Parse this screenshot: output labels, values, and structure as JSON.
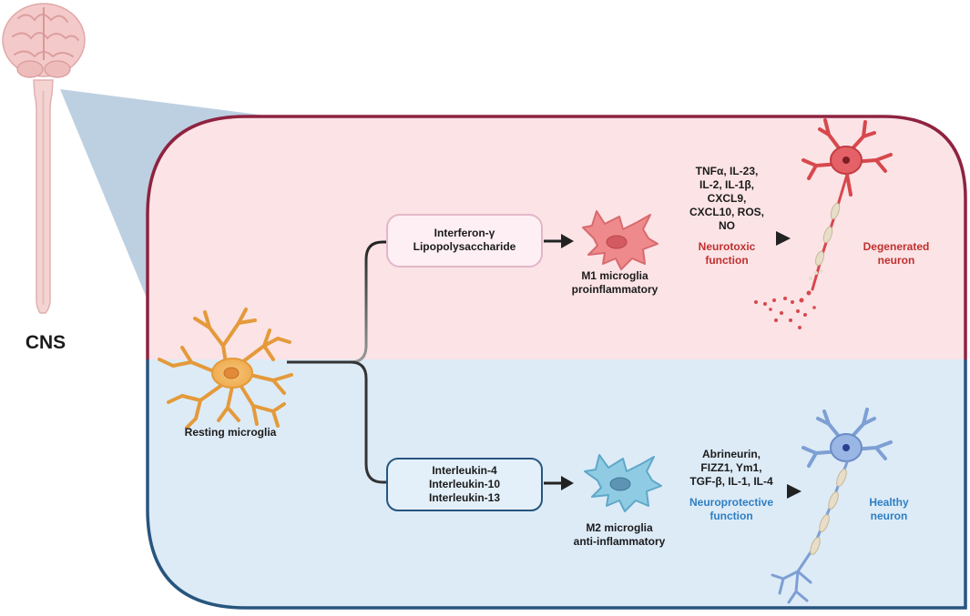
{
  "organ_label": "CNS",
  "resting": {
    "label": "Resting microglia"
  },
  "m1": {
    "stimulus": [
      "Interferon-γ",
      "Lipopolysaccharide"
    ],
    "cell_label": [
      "M1 microglia",
      "proinflammatory"
    ],
    "mediators": [
      "TNFα, IL-23,",
      "IL-2, IL-1β,",
      "CXCL9,",
      "CXCL10, ROS,",
      "NO"
    ],
    "function_label": [
      "Neurotoxic",
      "function"
    ],
    "neuron_label": [
      "Degenerated",
      "neuron"
    ]
  },
  "m2": {
    "stimulus": [
      "Interleukin-4",
      "Interleukin-10",
      "Interleukin-13"
    ],
    "cell_label": [
      "M2 microglia",
      "anti-inflammatory"
    ],
    "mediators": [
      "Abrineurin,",
      "FIZZ1, Ym1,",
      "TGF-β, IL-1, IL-4"
    ],
    "function_label": [
      "Neuroprotective",
      "function"
    ],
    "neuron_label": [
      "Healthy",
      "neuron"
    ]
  },
  "colors": {
    "pro_bg": "#fbe3e6",
    "anti_bg": "#ddebf7",
    "pro_border": "#8e2340",
    "anti_border": "#27557e",
    "pro_text": "#c0302e",
    "anti_text": "#2e7fc2",
    "resting_cell": "#f2b35a",
    "m1_cell": "#ef8a8c",
    "m2_cell": "#8fcbe3"
  }
}
